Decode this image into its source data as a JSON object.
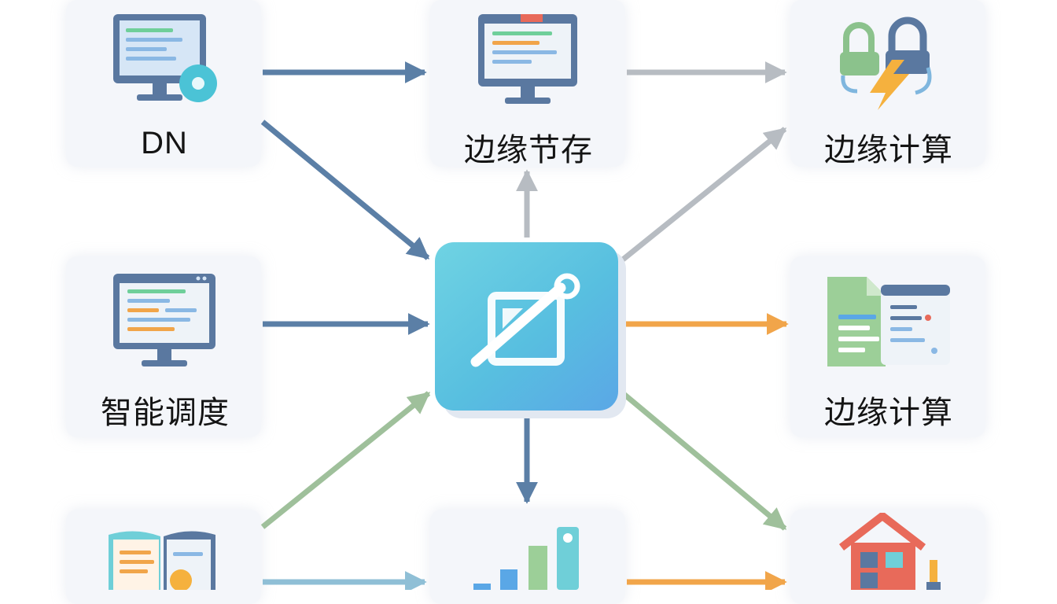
{
  "nodes": {
    "dn": "DN",
    "edge_storage": "边缘节存",
    "edge_compute_top": "边缘计算",
    "smart_scheduling": "智能调度",
    "edge_compute_mid": "边缘计算"
  },
  "colors": {
    "arrow_blue": "#5b7fa6",
    "arrow_gray": "#b7bcc2",
    "arrow_orange": "#f1a54a",
    "arrow_green": "#9fc09b",
    "hub": "#5cc4e2"
  }
}
